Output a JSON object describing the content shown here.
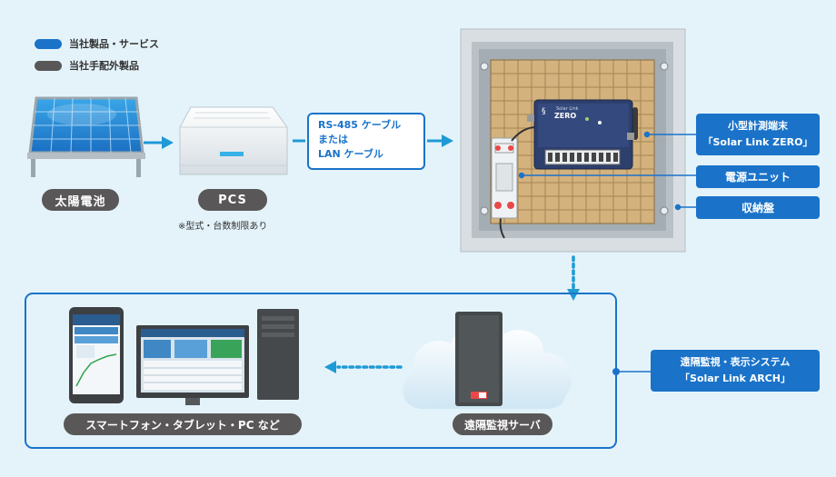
{
  "legend": [
    {
      "label": "当社製品・サービス",
      "color": "#1a73c9"
    },
    {
      "label": "当社手配外製品",
      "color": "#595757"
    }
  ],
  "nodes": {
    "solar_panel": {
      "label": "太陽電池"
    },
    "pcs": {
      "label": "PCS",
      "note": "※型式・台数制限あり"
    },
    "cable": {
      "line1": "RS-485 ケーブル",
      "line2": "または",
      "line3": "LAN ケーブル"
    },
    "device": {
      "brand_line1": "Solar Link",
      "brand_line2": "ZERO"
    },
    "server": {
      "label": "遠隔監視サーバ"
    },
    "clients": {
      "label": "スマートフォン・タブレット・PC など"
    }
  },
  "callouts": {
    "terminal": {
      "line1": "小型計測端末",
      "line2": "「Solar Link ZERO」"
    },
    "power": {
      "label": "電源ユニット"
    },
    "enclosure": {
      "label": "収納盤"
    },
    "system": {
      "line1": "遠隔監視・表示システム",
      "line2": "「Solar Link ARCH」"
    }
  },
  "colors": {
    "background": "#e4f3fa",
    "brand_blue": "#1a73c9",
    "dark_gray": "#595757",
    "arrow": "#1e9ad6"
  }
}
